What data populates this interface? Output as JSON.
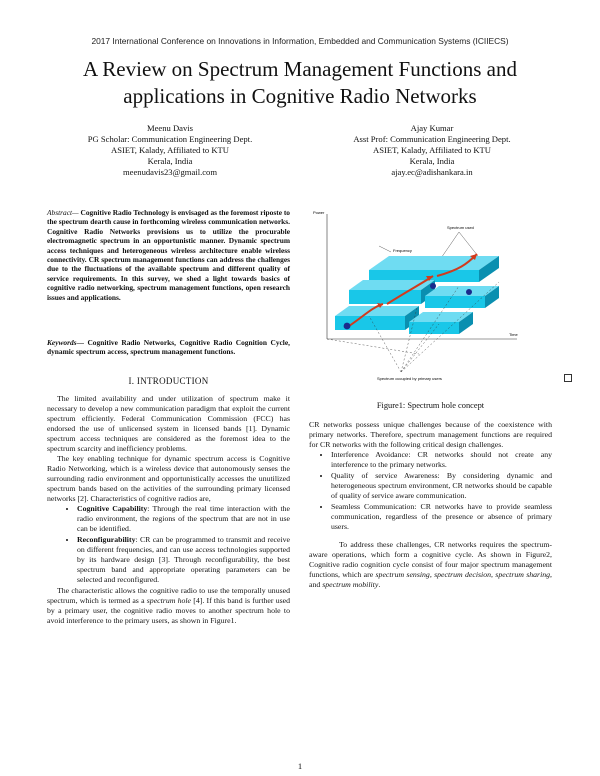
{
  "conference": "2017 International Conference on Innovations in Information, Embedded and Communication Systems (ICIIECS)",
  "title": "A Review on Spectrum Management Functions and applications in Cognitive Radio Networks",
  "authors": [
    {
      "name": "Meenu Davis",
      "role": "PG Scholar: Communication Engineering Dept.",
      "inst": "ASIET, Kalady, Affiliated to KTU",
      "loc": "Kerala, India",
      "email": "meenudavis23@gmail.com"
    },
    {
      "name": "Ajay Kumar",
      "role": "Asst Prof: Communication Engineering Dept.",
      "inst": "ASIET, Kalady, Affiliated to KTU",
      "loc": "Kerala, India",
      "email": "ajay.ec@adishankara.in"
    }
  ],
  "abstract": {
    "lead": "Abstract—",
    "text": " Cognitive Radio Technology is envisaged as the foremost riposte to the spectrum dearth cause in forthcoming wireless communication networks. Cognitive Radio Networks provisions us to utilize the procurable electromagnetic spectrum in an opportunistic manner. Dynamic spectrum access techniques and heterogeneous wireless architecture enable wireless connectivity. CR spectrum management functions can address the challenges due to the fluctuations of the available spectrum and different quality of service requirements. In this survey, we shed a light towards basics of cognitive radio networking, spectrum management functions, open research issues and applications."
  },
  "keywords": {
    "lead": "Keywords—",
    "text": " Cognitive Radio Networks, Cognitive Radio Cognition Cycle, dynamic spectrum access, spectrum management functions."
  },
  "section1_title": "I.    INTRODUCTION",
  "intro": {
    "p1": "The limited availability and under utilization of spectrum make it necessary to develop a new communication paradigm that exploit the current spectrum efficiently. Federal Communication Commission (FCC) has endorsed the use of unlicensed system in licensed bands [1]. Dynamic spectrum access techniques are considered as the foremost idea to the spectrum scarcity and inefficiency problems.",
    "p2": "The key enabling technique for dynamic spectrum access is Cognitive Radio Networking, which is a wireless device that autonomously senses the surrounding radio environment and opportunistically accesses the unutilized spectrum bands based on the activities of the surrounding primary licensed networks [2]. Characteristics of cognitive radios are,",
    "b1_label": "Cognitive Capability",
    "b1_text": ": Through the real time interaction with the radio environment, the regions of the spectrum that are not in use can be identified.",
    "b2_label": "Reconfigurability",
    "b2_text": ": CR can be programmed to transmit and receive on different frequencies, and can use access technologies supported by its hardware design [3]. Through reconfigurability, the best spectrum band and appropriate operating parameters can be selected and reconfigured.",
    "p3a": "The characteristic allows the cognitive radio to use the temporally unused spectrum, which is termed as a ",
    "p3em": "spectrum hole",
    "p3b": " [4]. If this band is further used by a primary user, the cognitive radio moves to another spectrum hole to avoid interference to the primary users, as shown in Figure1."
  },
  "figure": {
    "caption": "Figure1: Spectrum hole concept",
    "label_power": "Power",
    "label_frequency": "Frequency",
    "label_time": "Time",
    "label_spectrum_used": "Spectrum used",
    "label_holes": "Spectrum occupied by primary users"
  },
  "right": {
    "p1": "CR networks possess unique challenges because of the coexistence with primary networks. Therefore, spectrum management functions are required for CR networks with the following critical design challenges.",
    "bullets": [
      "Interference Avoidance: CR networks should not create any interference to the primary networks.",
      "Quality of service Awareness: By considering dynamic and heterogeneous spectrum environment, CR networks should be capable of quality of service aware communication.",
      "Seamless Communication: CR networks have to provide seamless communication, regardless of the presence or absence of primary users."
    ],
    "p2a": "To address these challenges, CR networks requires the spectrum-aware operations, which form a cognitive cycle. As shown in Figure2, Cognitive radio cognition cycle consist of four major spectrum management functions, which are ",
    "f1": "spectrum sensing",
    "sep1": ", ",
    "f2": "spectrum decision",
    "sep2": ", ",
    "f3": "spectrum sharing",
    "sep3": ", and ",
    "f4": "spectrum mobility",
    "end": "."
  },
  "page_number": "1",
  "colors": {
    "block": "#19c7e8",
    "block_dark": "#0a8fb0",
    "arrow": "#d23a1c",
    "node": "#1a2a8c"
  }
}
